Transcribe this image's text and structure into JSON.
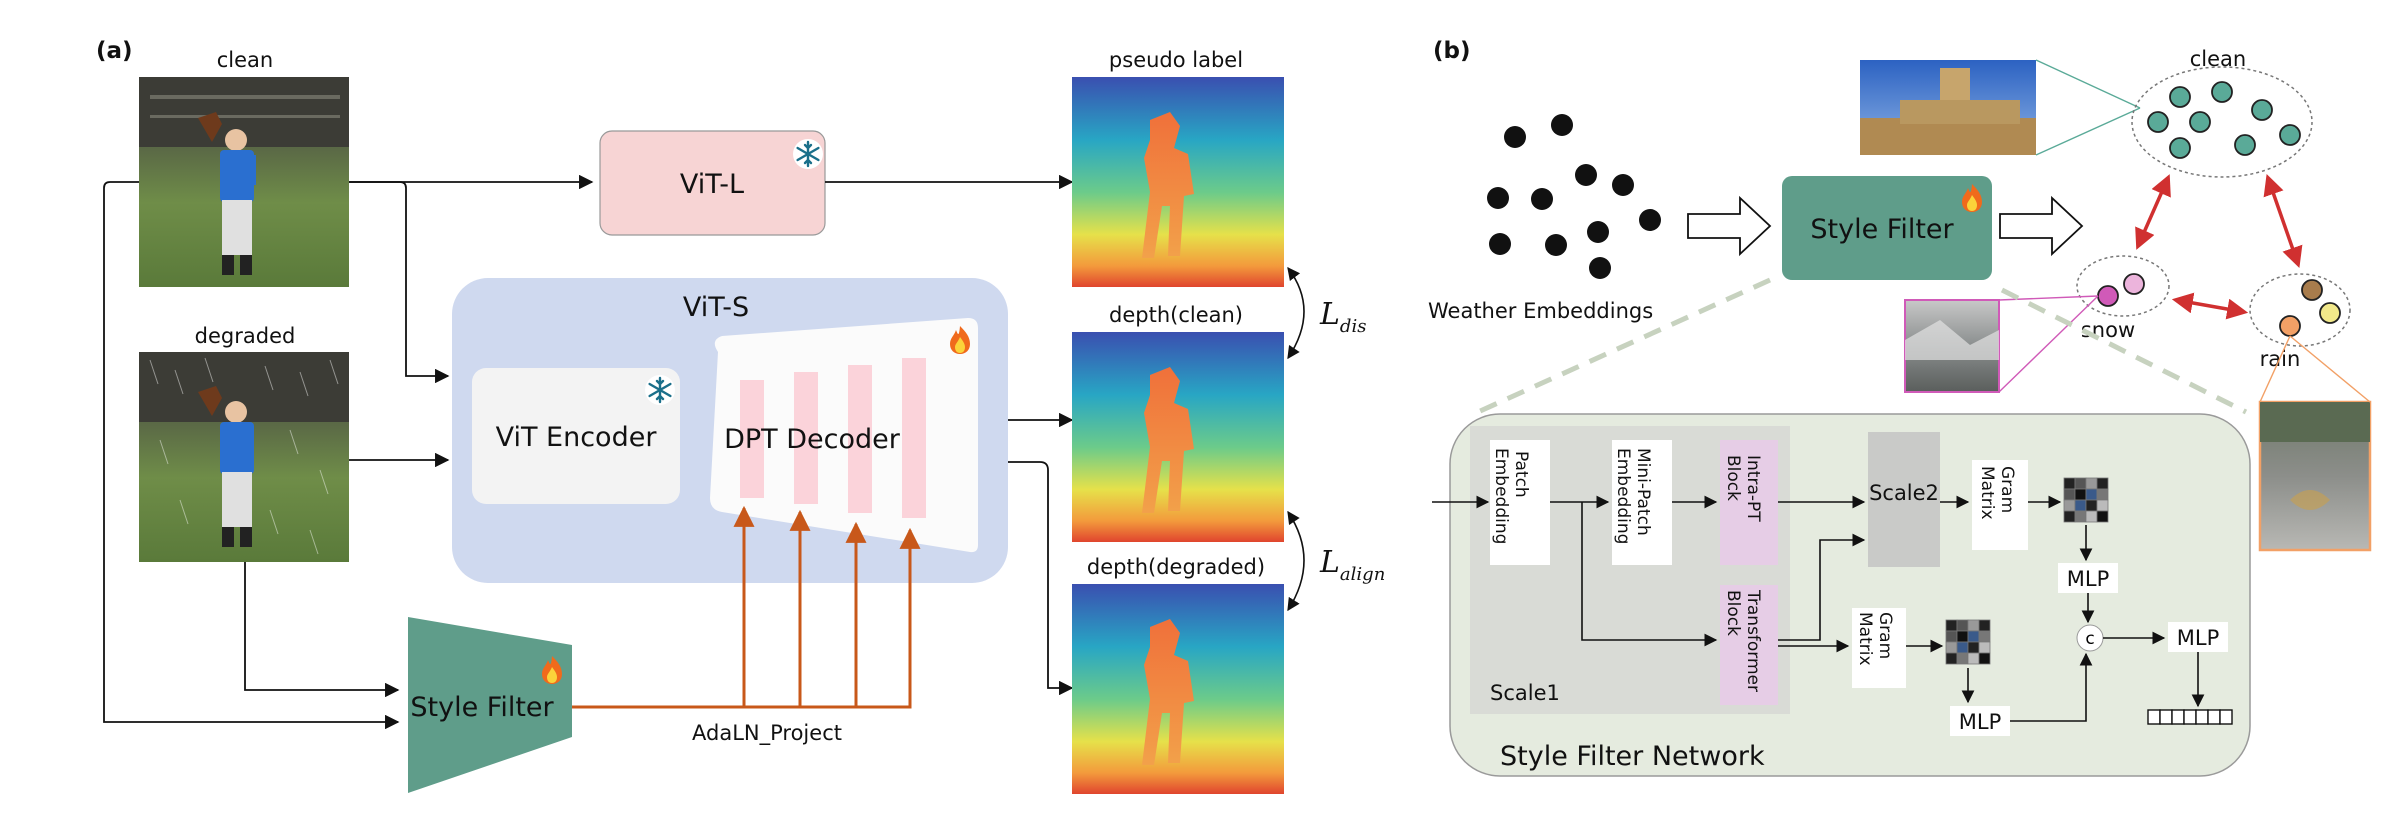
{
  "panel_a": {
    "tag": "(a)",
    "inputs": {
      "clean": "clean",
      "degraded": "degraded"
    },
    "vit_l": "ViT-L",
    "vit_s": "ViT-S",
    "vit_encoder": "ViT Encoder",
    "dpt_decoder": "DPT Decoder",
    "style_filter": "Style Filter",
    "adaln": "AdaLN_Project",
    "outputs": {
      "pseudo": "pseudo label",
      "depth_clean": "depth(clean)",
      "depth_degraded": "depth(degraded)"
    },
    "losses": {
      "dis_main": "L",
      "dis_sub": "dis",
      "align_main": "L",
      "align_sub": "align"
    }
  },
  "panel_b": {
    "tag": "(b)",
    "weather": "Weather Embeddings",
    "style_filter": "Style Filter",
    "clusters": {
      "clean": "clean",
      "snow": "snow",
      "rain": "rain"
    },
    "network": {
      "title": "Style Filter Network",
      "scale1": "Scale1",
      "scale2": "Scale2",
      "patch1": "Patch",
      "patch2": "Embedding",
      "mini1": "Mini-Patch",
      "mini2": "Embedding",
      "intra1": "Intra-PT",
      "intra2": "Block",
      "trans1": "Transformer",
      "trans2": "Block",
      "gram1": "Gram",
      "gram2": "Matrix",
      "mlp": "MLP",
      "concat": "c"
    }
  },
  "colors": {
    "vit_l": "#f7d4d4",
    "vit_s": "#cfd9ef",
    "style_filter": "#5f9d8a",
    "adaln_line": "#c8581a",
    "dpt_bars": "#fbd3da",
    "network_bg": "#e5ebdf",
    "scale1_bg": "#d9dbd6",
    "scale2_bg": "#c9cac8",
    "block_purple": "#e6cde6",
    "red_arrow": "#d03030",
    "clean_dot": "#5aaa98",
    "snow_dot1": "#d05ab8",
    "snow_dot2": "#ecb4dc",
    "rain_dot1": "#a87c4c",
    "rain_dot2": "#f2a066",
    "rain_dot3": "#f1e88a"
  },
  "icons": [
    "snowflake-icon",
    "fire-icon"
  ]
}
